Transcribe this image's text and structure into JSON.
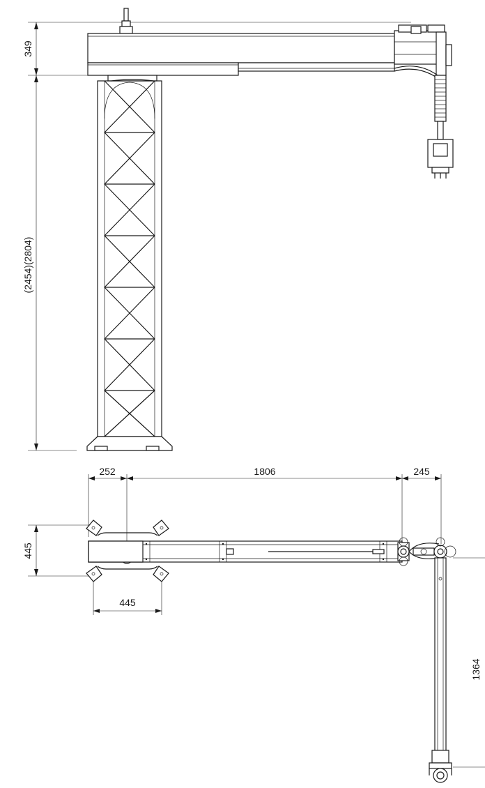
{
  "drawing": {
    "elevation_view": {
      "dim_top_height": "349",
      "dim_column_height": "(2454)(2804)"
    },
    "plan_view": {
      "dim_base_offset": "252",
      "dim_arm_length": "1806",
      "dim_end_length": "245",
      "dim_base_depth": "445",
      "dim_base_width": "445",
      "dim_drop_length": "1364"
    }
  }
}
